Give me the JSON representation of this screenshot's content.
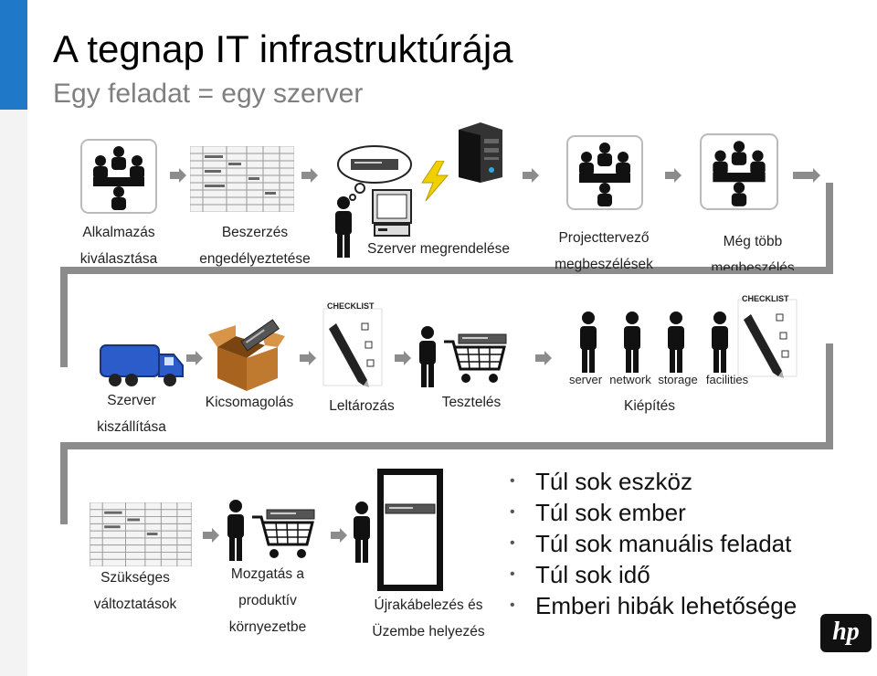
{
  "slide": {
    "title": "A tegnap IT infrastruktúrája",
    "subtitle": "Egy feladat = egy szerver"
  },
  "row1": {
    "step1": {
      "line1": "Alkalmazás",
      "line2": "kiválasztása"
    },
    "step2": {
      "line1": "Beszerzés",
      "line2": "engedélyeztetése"
    },
    "step3": {
      "line1": "Szerver megrendelése"
    },
    "step4": {
      "line1": "Projecttervező",
      "line2": "megbeszélések"
    },
    "step5": {
      "line1": "Még több",
      "line2": "megbeszélés"
    }
  },
  "row2": {
    "step1": {
      "line1": "Szerver",
      "line2": "kiszállítása"
    },
    "step2": {
      "line1": "Kicsomagolás"
    },
    "step3": {
      "line1": "Leltározás"
    },
    "step4": {
      "line1": "Tesztelés"
    },
    "step5": {
      "title": "Kiépítés",
      "roles": [
        "server",
        "network",
        "storage",
        "facilities"
      ]
    },
    "checklist_label": "CHECKLIST"
  },
  "row3": {
    "step1": {
      "line1": "Szükséges",
      "line2": "változtatások"
    },
    "step2": {
      "line1": "Mozgatás a",
      "line2": "produktív",
      "line3": "környezetbe"
    },
    "step3": {
      "line1": "Újrakábelezés és",
      "line2": "Üzembe helyezés"
    }
  },
  "bullets": [
    "Túl sok eszköz",
    "Túl sok ember",
    "Túl sok manuális feladat",
    "Túl sok idő",
    "Emberi hibák lehetősége"
  ],
  "logo": {
    "text": "hp"
  },
  "colors": {
    "accent": "#1f78c8",
    "flow": "#8c8c8c",
    "truck": "#2b5cc9",
    "box": "#c07a30"
  }
}
